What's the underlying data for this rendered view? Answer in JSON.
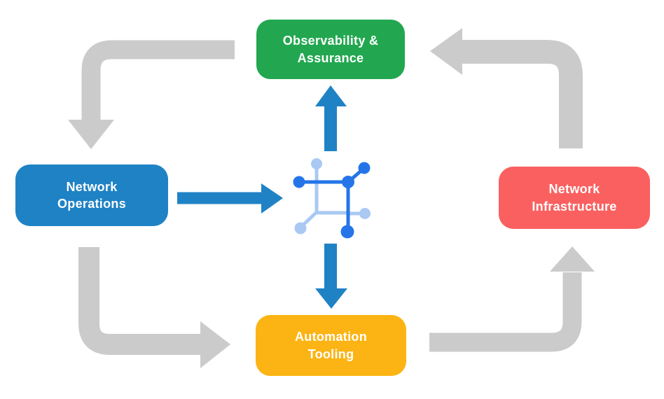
{
  "colors": {
    "background": "#ffffff",
    "green": "#22A750",
    "blue": "#1E82C5",
    "red": "#FA6060",
    "yellow": "#FCB414",
    "gray": "#CBCBCB",
    "arrow_blue": "#1F82C5",
    "icon_blue": "#2575E8",
    "icon_light_blue": "#A9C9F3",
    "text": "#FFFFFF"
  },
  "diagram": {
    "nodes": {
      "observability": {
        "line1": "Observability &",
        "line2": "Assurance"
      },
      "operations": {
        "line1": "Network",
        "line2": "Operations"
      },
      "infrastructure": {
        "line1": "Network",
        "line2": "Infrastructure"
      },
      "automation": {
        "line1": "Automation",
        "line2": "Tooling"
      }
    },
    "center_icon": "network-nodes-icon",
    "connections": [
      {
        "from": "observability",
        "to": "operations",
        "style": "gray-elbow"
      },
      {
        "from": "infrastructure",
        "to": "observability",
        "style": "gray-elbow"
      },
      {
        "from": "operations",
        "to": "automation",
        "style": "gray-elbow"
      },
      {
        "from": "automation",
        "to": "infrastructure",
        "style": "gray-elbow"
      },
      {
        "from": "operations",
        "to": "center-icon",
        "style": "blue-straight"
      },
      {
        "from": "center-icon",
        "to": "observability",
        "style": "blue-straight"
      },
      {
        "from": "center-icon",
        "to": "automation",
        "style": "blue-straight"
      }
    ]
  }
}
